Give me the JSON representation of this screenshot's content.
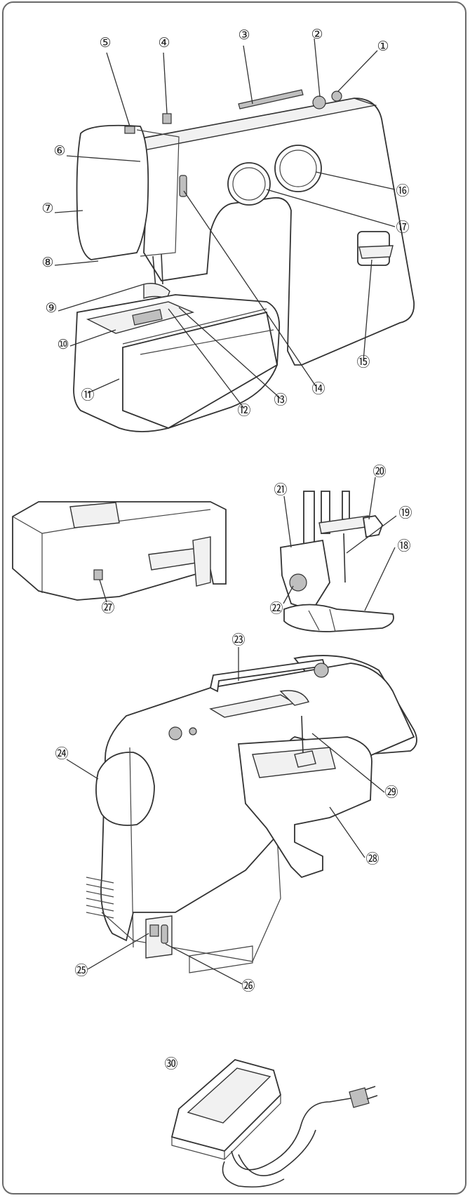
{
  "callouts": {
    "n1": "①",
    "n2": "②",
    "n3": "③",
    "n4": "④",
    "n5": "⑤",
    "n6": "⑥",
    "n7": "⑦",
    "n8": "⑧",
    "n9": "⑨",
    "n10": "⑩",
    "n11": "⑪",
    "n12": "⑫",
    "n13": "⑬",
    "n14": "⑭",
    "n15": "⑮",
    "n16": "⑯",
    "n17": "⑰",
    "n18": "⑱",
    "n19": "⑲",
    "n20": "⑳",
    "n21": "㉑",
    "n22": "㉒",
    "n23": "㉓",
    "n24": "㉔",
    "n25": "㉕",
    "n26": "㉖",
    "n27": "㉗",
    "n28": "㉘",
    "n29": "㉙",
    "n30": "㉚"
  }
}
